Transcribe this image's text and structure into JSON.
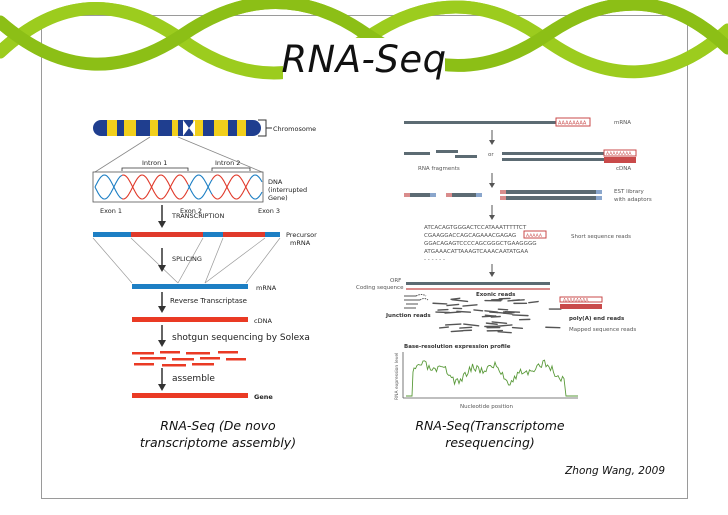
{
  "slide": {
    "title": "RNA-Seq",
    "credit": "Zhong Wang, 2009"
  },
  "colors": {
    "wave_green": "#9ccc1e",
    "wave_dark": "#6e9a10",
    "chrom_navy": "#1f3e8f",
    "chrom_yellow": "#f1cf1c",
    "exon_blue": "#1d7fc4",
    "intron_red": "#e03a2b",
    "cdna_red": "#ea3a24",
    "mrna_gray": "#5c6b73",
    "polya_red": "#c94a4a",
    "profile_green": "#5a9a3a"
  },
  "left_diagram": {
    "caption_line1": "RNA-Seq (De novo",
    "caption_line2": "transcriptome assembly)",
    "labels": {
      "chromosome": "Chromosome",
      "intron1": "Intron 1",
      "intron2": "Intron 2",
      "dna_line1": "DNA",
      "dna_line2": "(interrupted",
      "dna_line3": "Gene)",
      "exon1": "Exon 1",
      "exon2": "Exon 2",
      "exon3": "Exon 3",
      "transcription": "TRANSCRIPTION",
      "precursor_line1": "Precursor",
      "precursor_line2": "mRNA",
      "splicing": "SPLICING",
      "mrna": "mRNA",
      "reverse_transcriptase": "Reverse Transcriptase",
      "cdna": "cDNA",
      "shotgun": "shotgun sequencing by Solexa",
      "assemble": "assemble",
      "gene": "Gene"
    }
  },
  "right_diagram": {
    "caption_line1": "RNA-Seq(Transcriptome",
    "caption_line2": "resequencing)",
    "labels": {
      "mrna": "mRNA",
      "or": "or",
      "rna_fragments": "RNA fragments",
      "cdna": "cDNA",
      "est_line1": "EST library",
      "est_line2": "with adaptors",
      "short_reads": "Short sequence reads",
      "orf": "ORF",
      "coding_sequence": "Coding sequence",
      "exonic_reads": "Exonic reads",
      "junction_reads": "Junction reads",
      "polya_reads": "poly(A) end reads",
      "mapped_reads": "Mapped sequence reads",
      "profile_title": "Base-resolution expression profile",
      "y_axis": "RNA expression level",
      "x_axis": "Nucleotide position",
      "polya_tag": "AAAAAAAA",
      "polya_tag_short": "AAAAA"
    },
    "sequences": [
      "ATCACAGTGGGACTCCATAAATTTTTCT",
      "CGAAGGACCAGCAGAAACGAGAG",
      "GGACAGAGTCCCCAGCGGGCTGAAGGGG",
      "ATGAAACATTAAAGTCAAACAATATGAA",
      "- - - - - -"
    ]
  }
}
